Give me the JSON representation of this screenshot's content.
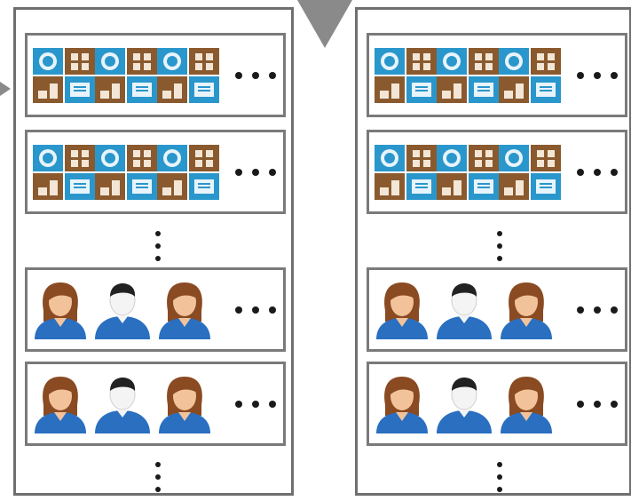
{
  "panels": [
    {
      "id": "left",
      "rows": [
        {
          "kind": "tiles",
          "icon_count": 3
        },
        {
          "kind": "tiles",
          "icon_count": 3
        },
        {
          "kind": "people",
          "people": [
            "female",
            "male",
            "female"
          ]
        },
        {
          "kind": "people",
          "people": [
            "female",
            "male",
            "female"
          ]
        }
      ]
    },
    {
      "id": "right",
      "rows": [
        {
          "kind": "tiles",
          "icon_count": 3
        },
        {
          "kind": "tiles",
          "icon_count": 3
        },
        {
          "kind": "people",
          "people": [
            "female",
            "male",
            "female"
          ]
        },
        {
          "kind": "people",
          "people": [
            "female",
            "male",
            "female"
          ]
        }
      ]
    }
  ],
  "colors": {
    "border": "#6f6f6f",
    "tile_blue": "#2a97cc",
    "tile_brown": "#8a5a2e",
    "person_blue": "#2a6fc0",
    "arrow": "#8a8a8a"
  },
  "icons": [
    "app-tile-icon",
    "female-user-icon",
    "male-user-icon",
    "ellipsis-icon",
    "arrow-icon"
  ]
}
